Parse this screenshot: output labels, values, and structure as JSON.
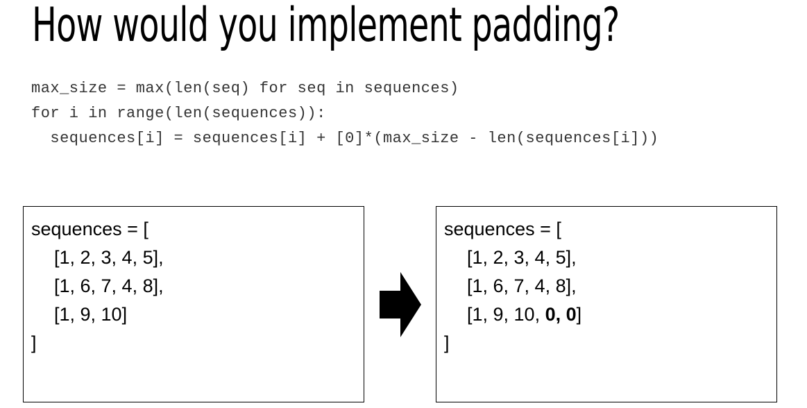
{
  "title": "How would you implement padding?",
  "code": {
    "lines": [
      "max_size = max(len(seq) for seq in sequences)",
      "for i in range(len(sequences)):",
      "  sequences[i] = sequences[i] + [0]*(max_size - len(sequences[i]))"
    ]
  },
  "before": {
    "open": "sequences = [",
    "rows": [
      "[1, 2, 3, 4, 5],",
      "[1, 6, 7, 4, 8],",
      "[1, 9, 10]"
    ],
    "close": "]"
  },
  "after": {
    "open": "sequences = [",
    "rows": [
      "[1, 2, 3, 4, 5],",
      "[1, 6, 7, 4, 8],"
    ],
    "last_row": {
      "prefix": "[1, 9, 10, ",
      "padding": "0, 0",
      "suffix": "]"
    },
    "close": "]"
  },
  "arrow_icon": "right-arrow-icon",
  "colors": {
    "code_text": "#333333",
    "text": "#000000"
  }
}
